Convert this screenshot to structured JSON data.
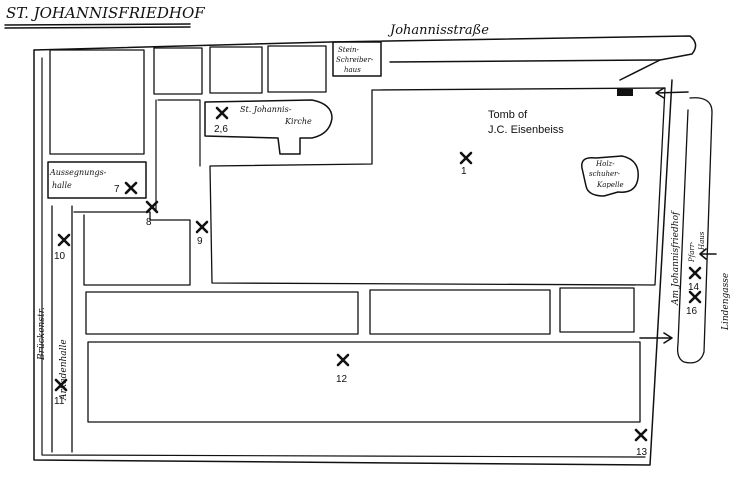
{
  "title": "ST. JOHANNISFRIEDHOF",
  "streets": {
    "north": "Johannisstraße",
    "west": "Brückenstr.",
    "east_a": "Am Johannisfriedhof",
    "east_b": "Lindengasse"
  },
  "buildings": {
    "stone_house_line1": "Stein-",
    "stone_house_line2": "Schreiber-",
    "stone_house_line3": "haus",
    "church_line1": "St. Johannis-",
    "church_line2": "Kirche",
    "hall_line1": "Aussegnungs-",
    "hall_line2": "halle",
    "chapel_line1": "Holz-",
    "chapel_line2": "schuher-",
    "chapel_line3": "Kapelle",
    "arcade": "Arkadenhalle",
    "pfarrhaus_line1": "Pfarr-",
    "pfarrhaus_line2": "Haus"
  },
  "annotation": {
    "line1": "Tomb of",
    "line2": "J.C. Eisenbeiss"
  },
  "markers": [
    "1",
    "2,6",
    "7",
    "8",
    "9",
    "10",
    "11",
    "12",
    "13",
    "14",
    "16"
  ],
  "colors": {
    "ink": "#111111",
    "background": "#ffffff"
  }
}
